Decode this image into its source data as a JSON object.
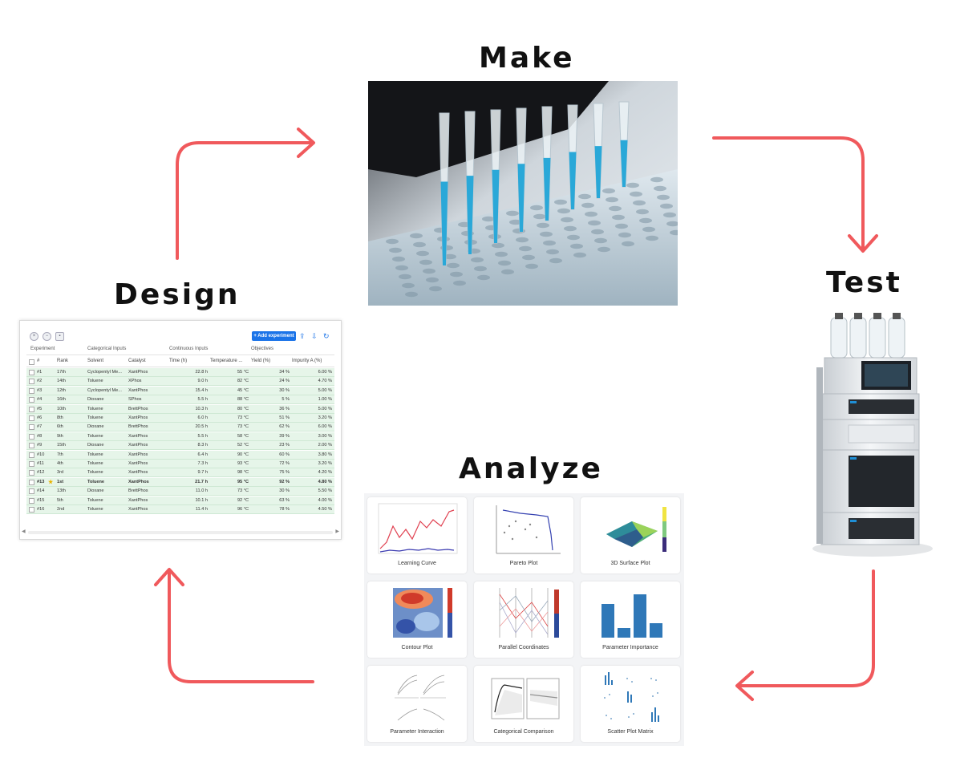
{
  "stages": {
    "make": "Make",
    "test": "Test",
    "analyze": "Analyze",
    "design": "Design"
  },
  "colors": {
    "arrow": "#f0595c",
    "table_row": "#e6f5e9",
    "accent": "#1a73e8",
    "liquid": "#2aa8d8"
  },
  "design_table": {
    "add_button": "+ Add experiment",
    "groups": [
      "Experiment",
      "Categorical Inputs",
      "Continuous Inputs",
      "Objectives"
    ],
    "columns": [
      "#",
      "Rank",
      "Solvent",
      "Catalyst",
      "Time (h)",
      "Temperature ...",
      "Yield (%)",
      "Impurity A (%)"
    ],
    "rows": [
      [
        "#1",
        "17th",
        "Cyclopentyl Me...",
        "XantPhos",
        "22.8 h",
        "55 °C",
        "34 %",
        "6.00 %"
      ],
      [
        "#2",
        "14th",
        "Toluene",
        "XPhos",
        "9.0 h",
        "82 °C",
        "24 %",
        "4.70 %"
      ],
      [
        "#3",
        "12th",
        "Cyclopentyl Me...",
        "XantPhos",
        "15.4 h",
        "45 °C",
        "30 %",
        "5.00 %"
      ],
      [
        "#4",
        "16th",
        "Dioxane",
        "SPhos",
        "5.5 h",
        "88 °C",
        "5 %",
        "1.00 %"
      ],
      [
        "#5",
        "10th",
        "Toluene",
        "BrettPhos",
        "10.3 h",
        "80 °C",
        "36 %",
        "5.00 %"
      ],
      [
        "#6",
        "8th",
        "Toluene",
        "XantPhos",
        "6.0 h",
        "73 °C",
        "51 %",
        "3.20 %"
      ],
      [
        "#7",
        "6th",
        "Dioxane",
        "BrettPhos",
        "20.5 h",
        "73 °C",
        "62 %",
        "6.00 %"
      ],
      [
        "#8",
        "9th",
        "Toluene",
        "XantPhos",
        "5.5 h",
        "58 °C",
        "39 %",
        "3.00 %"
      ],
      [
        "#9",
        "15th",
        "Dioxane",
        "XantPhos",
        "8.3 h",
        "52 °C",
        "23 %",
        "2.00 %"
      ],
      [
        "#10",
        "7th",
        "Toluene",
        "XantPhos",
        "6.4 h",
        "90 °C",
        "60 %",
        "3.80 %"
      ],
      [
        "#11",
        "4th",
        "Toluene",
        "XantPhos",
        "7.3 h",
        "93 °C",
        "72 %",
        "3.20 %"
      ],
      [
        "#12",
        "3rd",
        "Toluene",
        "XantPhos",
        "9.7 h",
        "98 °C",
        "75 %",
        "4.20 %"
      ],
      [
        "#13",
        "1st",
        "Toluene",
        "XantPhos",
        "21.7 h",
        "95 °C",
        "92 %",
        "4.80 %"
      ],
      [
        "#14",
        "13th",
        "Dioxane",
        "BrettPhos",
        "11.0 h",
        "73 °C",
        "30 %",
        "5.50 %"
      ],
      [
        "#15",
        "5th",
        "Toluene",
        "XantPhos",
        "10.1 h",
        "92 °C",
        "63 %",
        "4.00 %"
      ],
      [
        "#16",
        "2nd",
        "Toluene",
        "XantPhos",
        "11.4 h",
        "96 °C",
        "78 %",
        "4.50 %"
      ]
    ],
    "best_row": "#13"
  },
  "analyze_cards": [
    "Learning Curve",
    "Pareto Plot",
    "3D Surface Plot",
    "Contour Plot",
    "Parallel Coordinates",
    "Parameter Importance",
    "Parameter Interaction",
    "Categorical Comparison",
    "Scatter Plot Matrix"
  ]
}
